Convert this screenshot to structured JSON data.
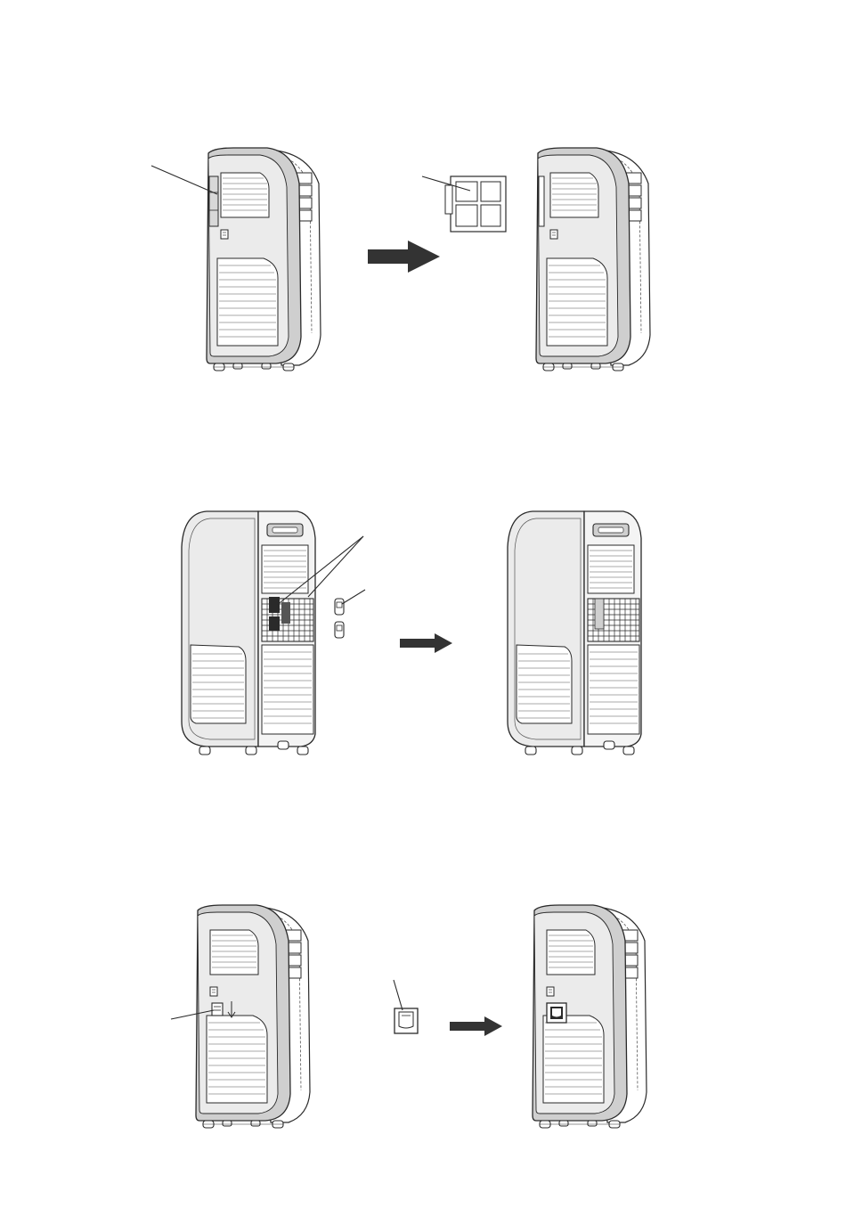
{
  "page": {
    "background": "#ffffff",
    "unit_body_fill": "#ebebeb",
    "unit_frame_fill": "#cfcfcf",
    "line_color": "#2a2a2a",
    "arrow_color": "#333333"
  },
  "rows": [
    {
      "id": "air-filter",
      "before_view": "unit-back-view",
      "part": "air-filter-icon",
      "after_view": "unit-back-view",
      "transition": "arrow-right-icon"
    },
    {
      "id": "carbon-filter",
      "before_view": "unit-side-view",
      "part": "filter-clip-icon",
      "after_view": "unit-side-view",
      "transition": "arrow-right-icon"
    },
    {
      "id": "drain-plug",
      "before_view": "unit-back-view",
      "part": "drain-plug-icon",
      "after_view": "unit-back-view",
      "transition": "arrow-right-icon"
    }
  ]
}
